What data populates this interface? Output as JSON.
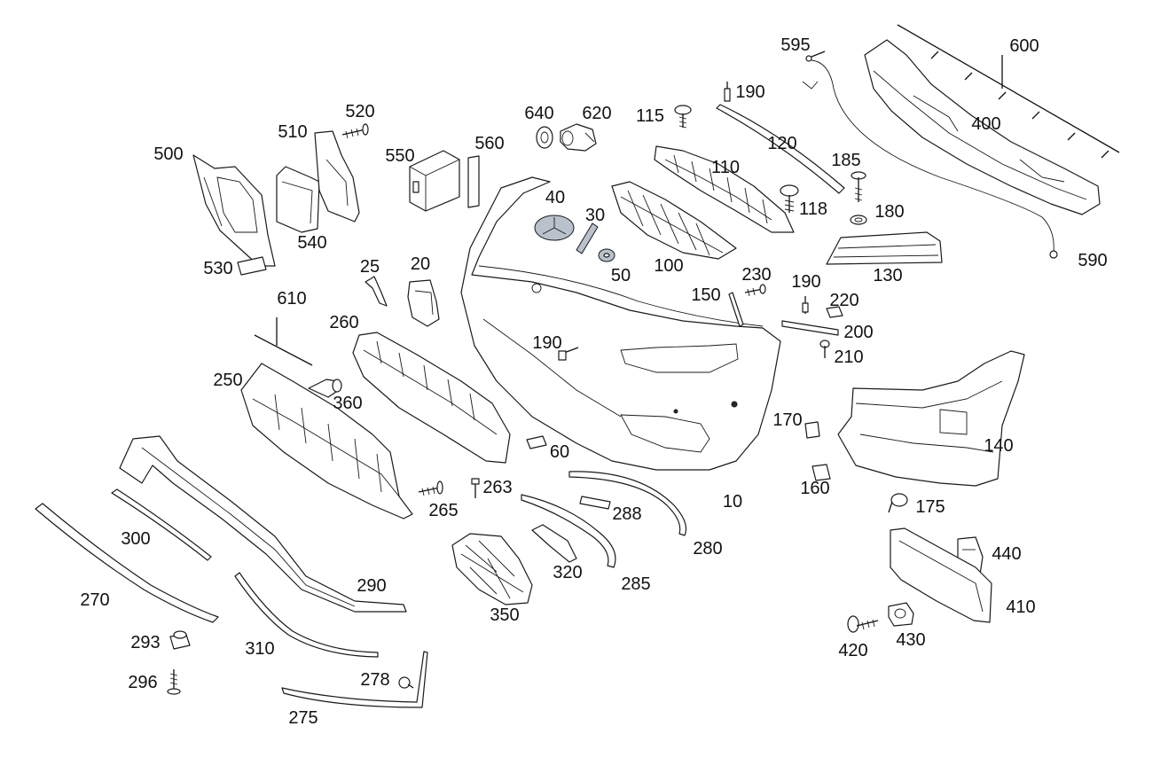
{
  "callouts": [
    {
      "key": "600",
      "text": "600"
    },
    {
      "key": "595",
      "text": "595"
    },
    {
      "key": "400",
      "text": "400"
    },
    {
      "key": "590",
      "text": "590"
    },
    {
      "key": "190a",
      "text": "190"
    },
    {
      "key": "120",
      "text": "120"
    },
    {
      "key": "115",
      "text": "115"
    },
    {
      "key": "640",
      "text": "640"
    },
    {
      "key": "620",
      "text": "620"
    },
    {
      "key": "520",
      "text": "520"
    },
    {
      "key": "510",
      "text": "510"
    },
    {
      "key": "500",
      "text": "500"
    },
    {
      "key": "550",
      "text": "550"
    },
    {
      "key": "560",
      "text": "560"
    },
    {
      "key": "540",
      "text": "540"
    },
    {
      "key": "530",
      "text": "530"
    },
    {
      "key": "110",
      "text": "110"
    },
    {
      "key": "185",
      "text": "185"
    },
    {
      "key": "118",
      "text": "118"
    },
    {
      "key": "180",
      "text": "180"
    },
    {
      "key": "130",
      "text": "130"
    },
    {
      "key": "40",
      "text": "40"
    },
    {
      "key": "30",
      "text": "30"
    },
    {
      "key": "50",
      "text": "50"
    },
    {
      "key": "100",
      "text": "100"
    },
    {
      "key": "230",
      "text": "230"
    },
    {
      "key": "150",
      "text": "150"
    },
    {
      "key": "190b",
      "text": "190"
    },
    {
      "key": "220",
      "text": "220"
    },
    {
      "key": "200",
      "text": "200"
    },
    {
      "key": "210",
      "text": "210"
    },
    {
      "key": "25",
      "text": "25"
    },
    {
      "key": "20",
      "text": "20"
    },
    {
      "key": "610",
      "text": "610"
    },
    {
      "key": "260",
      "text": "260"
    },
    {
      "key": "190c",
      "text": "190"
    },
    {
      "key": "250",
      "text": "250"
    },
    {
      "key": "360",
      "text": "360"
    },
    {
      "key": "170",
      "text": "170"
    },
    {
      "key": "140",
      "text": "140"
    },
    {
      "key": "60",
      "text": "60"
    },
    {
      "key": "160",
      "text": "160"
    },
    {
      "key": "263",
      "text": "263"
    },
    {
      "key": "265",
      "text": "265"
    },
    {
      "key": "10",
      "text": "10"
    },
    {
      "key": "175",
      "text": "175"
    },
    {
      "key": "288",
      "text": "288"
    },
    {
      "key": "300",
      "text": "300"
    },
    {
      "key": "280",
      "text": "280"
    },
    {
      "key": "440",
      "text": "440"
    },
    {
      "key": "320",
      "text": "320"
    },
    {
      "key": "285",
      "text": "285"
    },
    {
      "key": "290",
      "text": "290"
    },
    {
      "key": "270",
      "text": "270"
    },
    {
      "key": "350",
      "text": "350"
    },
    {
      "key": "410",
      "text": "410"
    },
    {
      "key": "293",
      "text": "293"
    },
    {
      "key": "430",
      "text": "430"
    },
    {
      "key": "420",
      "text": "420"
    },
    {
      "key": "310",
      "text": "310"
    },
    {
      "key": "278",
      "text": "278"
    },
    {
      "key": "296",
      "text": "296"
    },
    {
      "key": "275",
      "text": "275"
    }
  ]
}
